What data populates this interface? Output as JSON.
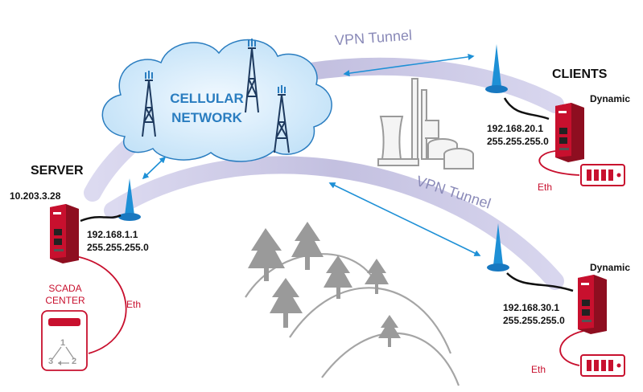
{
  "cloud": {
    "line1": "CELLULAR",
    "line2": "NETWORK"
  },
  "tunnels": {
    "top": "VPN Tunnel",
    "bottom": "VPN Tunnel"
  },
  "server": {
    "title": "SERVER",
    "wan_ip": "10.203.3.28",
    "lan_ip": "192.168.1.1",
    "lan_mask": "255.255.255.0"
  },
  "scada": {
    "line1": "SCADA",
    "line2": "CENTER",
    "link": "Eth",
    "nodes": [
      "1",
      "3",
      "2"
    ]
  },
  "clients": {
    "title": "CLIENTS",
    "client1": {
      "wan": "Dynamic",
      "ip": "192.168.20.1",
      "mask": "255.255.255.0",
      "link": "Eth"
    },
    "client2": {
      "wan": "Dynamic",
      "ip": "192.168.30.1",
      "mask": "255.255.255.0",
      "link": "Eth"
    }
  },
  "colors": {
    "router": "#c8102e",
    "tunnel": "#c9c6e2",
    "antenna": "#1e90d6",
    "cloud_fill": "#d6ecfa",
    "cloud_stroke": "#2a7dc0",
    "scenery": "#9a9a9a"
  }
}
